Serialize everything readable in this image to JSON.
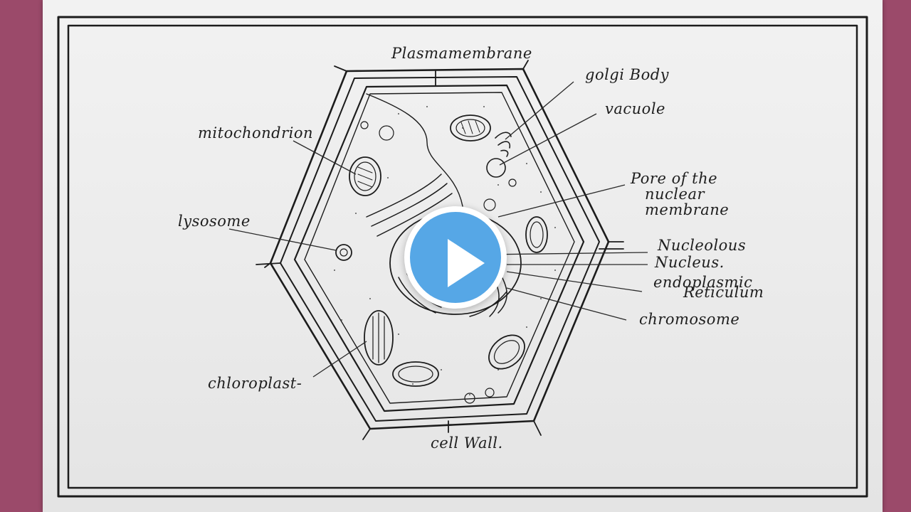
{
  "diagram": {
    "labels": {
      "plasma_membrane": "Plasmamembrane",
      "golgi_body": "golgi Body",
      "vacuole": "vacuole",
      "mitochondrion": "mitochondrion",
      "pore_line1": "Pore of the",
      "pore_line2": "nuclear",
      "pore_line3": "membrane",
      "lysosome": "lysosome",
      "nucleolus": "Nucleolous",
      "nucleus": "Nucleus.",
      "er_line1": "endoplasmic",
      "er_line2": "Reticulum",
      "chromosome": "chromosome",
      "chloroplast": "chloroplast-",
      "cell_wall": "cell Wall."
    },
    "colors": {
      "ink": "#1c1c1c",
      "paper": "#ececec",
      "backdrop": "#9b4a6a"
    }
  },
  "video": {
    "play_icon": "play-icon",
    "accent": "#56a7e6"
  }
}
